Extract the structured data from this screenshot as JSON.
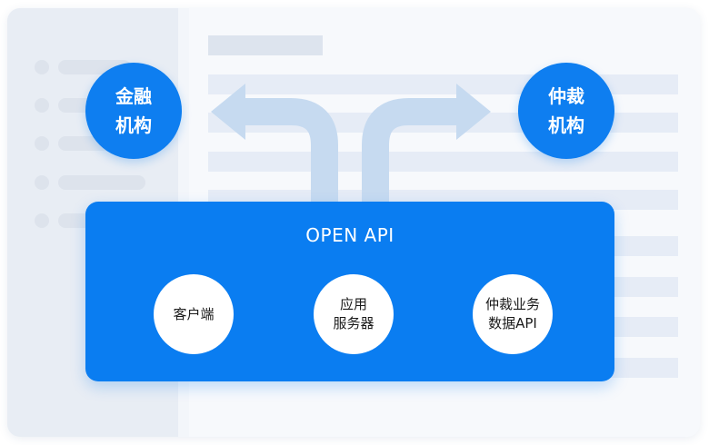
{
  "external_nodes": {
    "left": {
      "line1": "金融",
      "line2": "机构"
    },
    "right": {
      "line1": "仲裁",
      "line2": "机构"
    }
  },
  "api": {
    "title": "OPEN API",
    "components": [
      {
        "line1": "客户端",
        "line2": ""
      },
      {
        "line1": "应用",
        "line2": "服务器"
      },
      {
        "line1": "仲裁业务",
        "line2": "数据API"
      }
    ]
  },
  "colors": {
    "primary": "#0a7df1",
    "node": "#0e7ef0",
    "arrow": "#c6daf0",
    "background": "#f3f6fa"
  },
  "icons": [
    "left-arrow-icon",
    "right-arrow-icon"
  ]
}
